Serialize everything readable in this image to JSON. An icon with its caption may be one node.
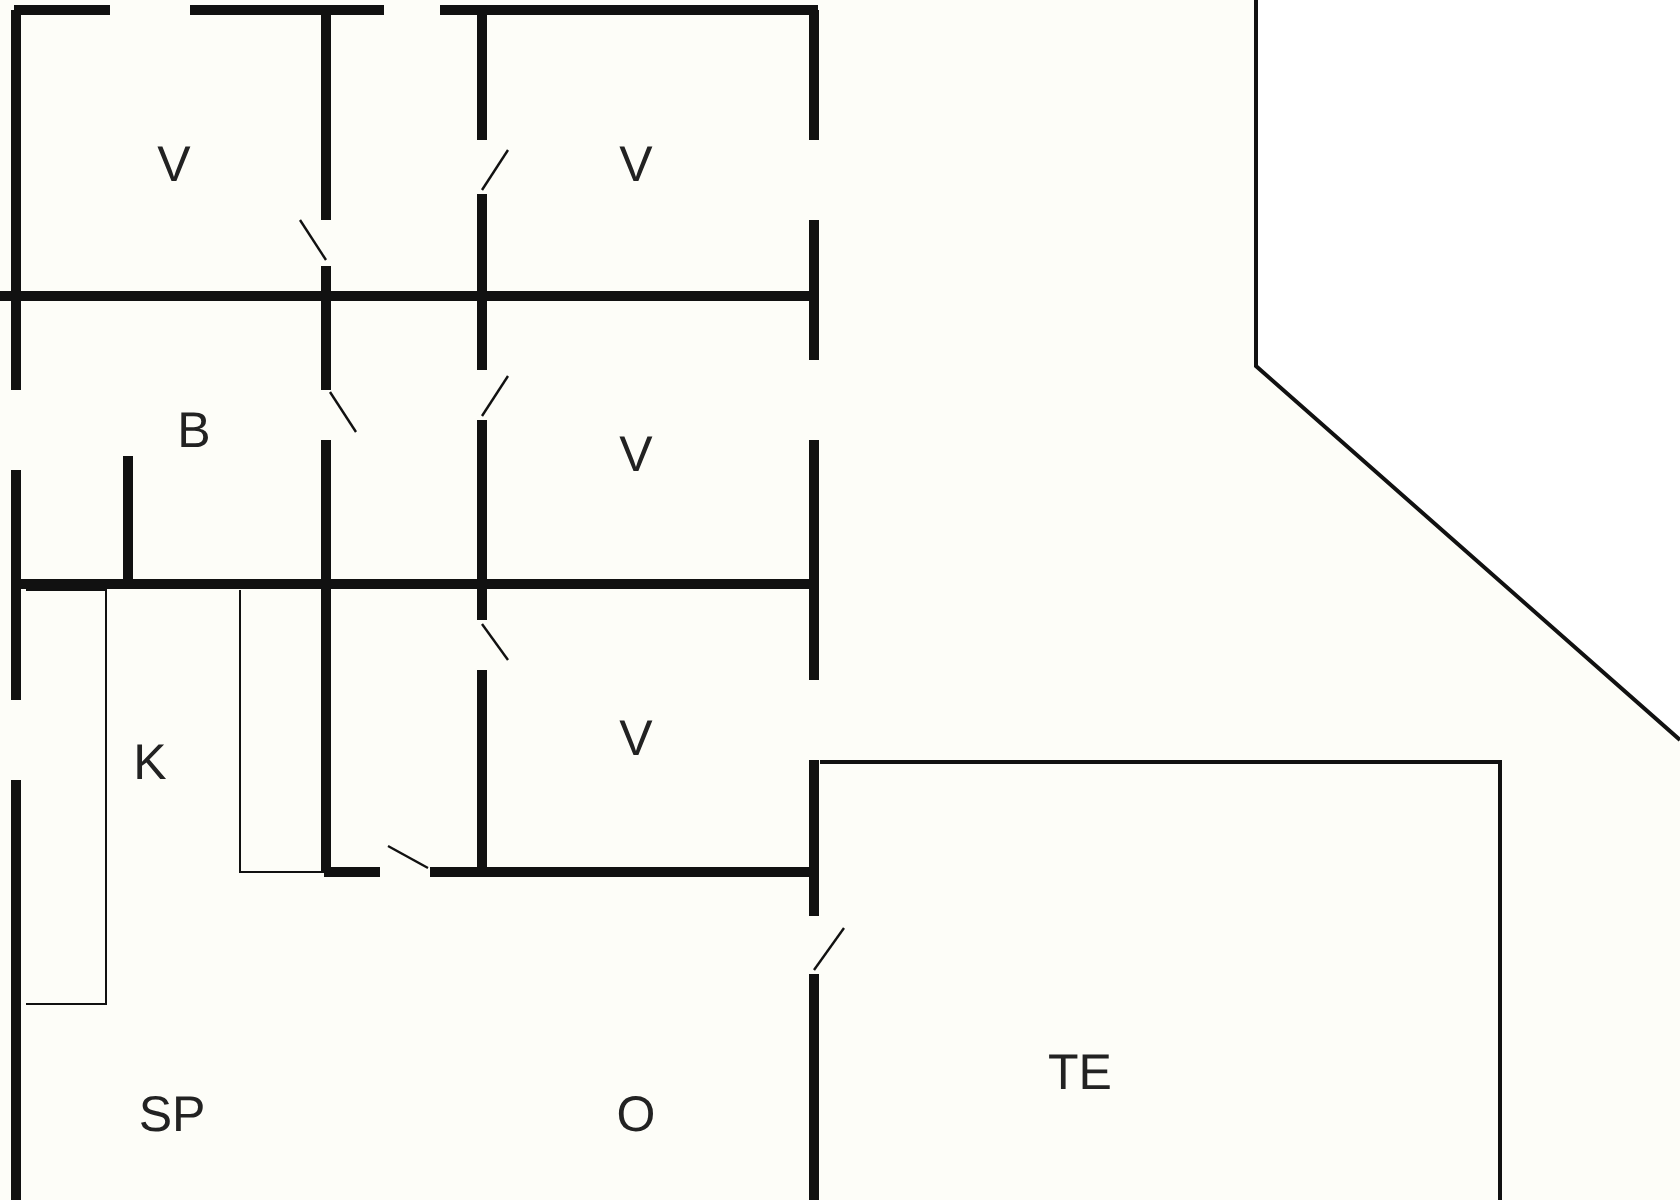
{
  "diagram": {
    "labels": [
      "V",
      "V",
      "B",
      "V",
      "K",
      "V",
      "SP",
      "O",
      "TE"
    ]
  }
}
